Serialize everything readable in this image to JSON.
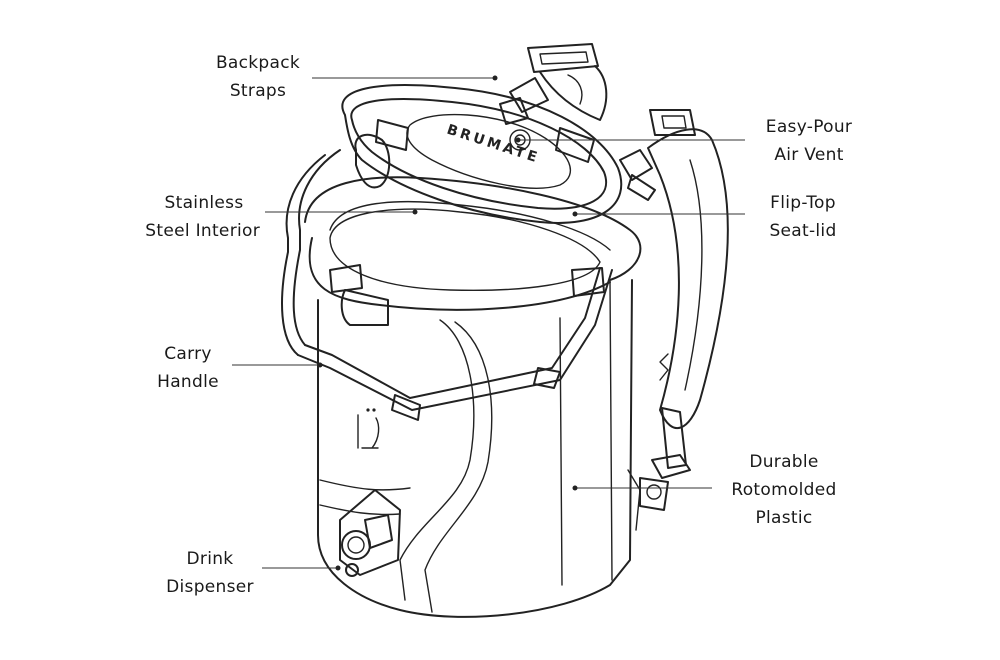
{
  "callouts": [
    {
      "id": "backpack-straps",
      "lines": [
        "Backpack",
        "Straps"
      ]
    },
    {
      "id": "easy-pour-air-vent",
      "lines": [
        "Easy-Pour",
        "Air Vent"
      ]
    },
    {
      "id": "stainless-steel-interior",
      "lines": [
        "Stainless",
        "Steel Interior"
      ]
    },
    {
      "id": "flip-top-seat-lid",
      "lines": [
        "Flip-Top",
        "Seat-lid"
      ]
    },
    {
      "id": "carry-handle",
      "lines": [
        "Carry",
        "Handle"
      ]
    },
    {
      "id": "durable-rotomolded-plastic",
      "lines": [
        "Durable",
        "Rotomolded",
        "Plastic"
      ]
    },
    {
      "id": "drink-dispenser",
      "lines": [
        "Drink",
        "Dispenser"
      ]
    }
  ],
  "lid_logo": "BRUMATE",
  "colors": {
    "line": "#222222",
    "background": "#ffffff",
    "text": "#1a1a1a"
  }
}
